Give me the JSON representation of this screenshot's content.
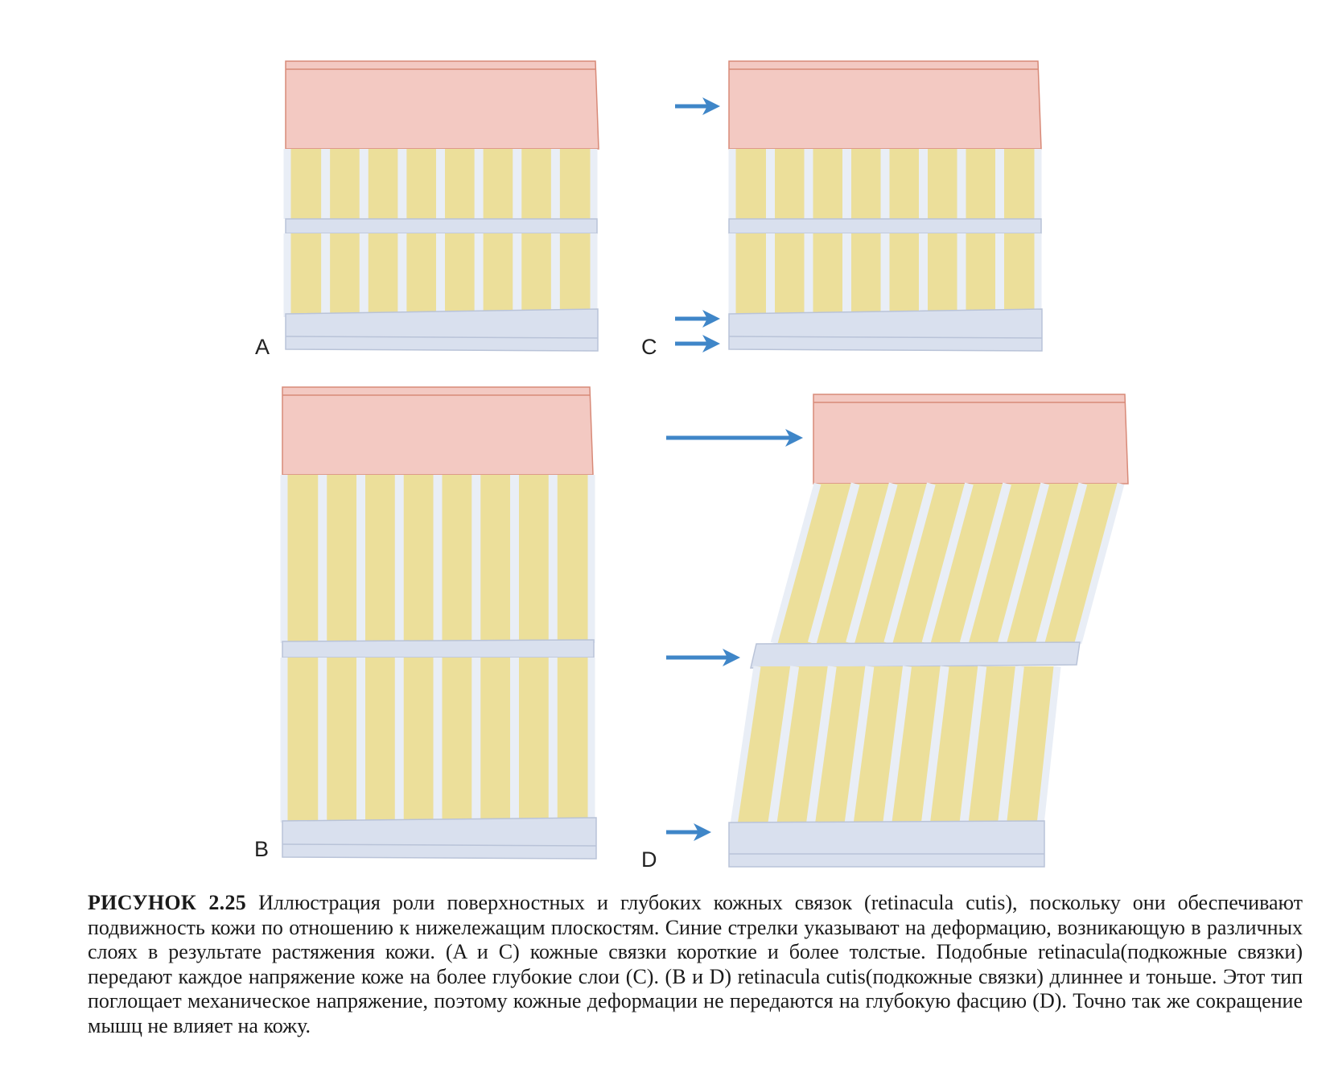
{
  "figure": {
    "panels": [
      {
        "id": "A",
        "label": "A"
      },
      {
        "id": "C",
        "label": "C"
      },
      {
        "id": "B",
        "label": "B"
      },
      {
        "id": "D",
        "label": "D"
      }
    ],
    "colors": {
      "skin": "#f3c9c2",
      "skin_edge": "#d88a78",
      "fat": "#ecdf9a",
      "septa": "#e9eef6",
      "fascia": "#d9e0ee",
      "arrow": "#3f86c8"
    }
  },
  "caption": {
    "label": "РИСУНОК 2.25",
    "text": "Иллюстрация роли поверхностных и глубоких кожных связок (retinacula cutis), поскольку они обеспечивают подвижность кожи по отношению к нижележащим плоскостям. Синие стрелки указывают на деформацию, возникающую в различных слоях в результате растяжения кожи. (A и C) кожные связки короткие и более толстые. Подобные retinacula(подкожные связки) передают каждое напряжение коже на более глубокие слои (C). (B и D) retinacula cutis(подкожные связки) длиннее и тоньше. Этот тип поглощает механическое напряжение, поэтому кожные деформации не передаются на глубокую фасцию (D). Точно так же сокращение мышц не влияет на кожу."
  }
}
